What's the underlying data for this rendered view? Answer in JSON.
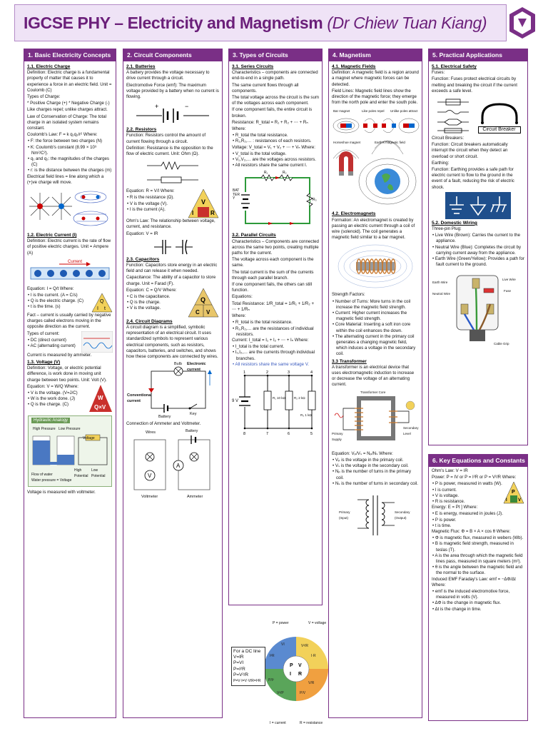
{
  "header": {
    "title": "IGCSE PHY – Electricity and Magnetism",
    "author": "(Dr Chiew Tuan Kiang)"
  },
  "col1": {
    "heading": "1. Basic Electricity Concepts",
    "s1_title": "1.1. Electric Charge",
    "s1_def": "Definition: Electric charge is a fundamental property of matter that causes it to experience a force in an electric field. Unit = Coulomb (C)",
    "s1_types": "Types of Charge:",
    "s1_types_list": "* Positive Charge (+)   * Negative Charge (-)",
    "s1_like": "Like charges repel; unlike charges attract.",
    "s1_law": "Law of Conservation of Charge: The total charge in an isolated system remains constant.",
    "s1_coulomb": "Coulomb's Law: F = k q₁q₂/r²   Where:",
    "s1_b1": "F: the force between two charges (N)",
    "s1_b2": "K: Coulomb's constant (8.99 × 10⁹ Nm²/C²).",
    "s1_b3": "q₁ and q₂: the magnitudes of the charges (C)",
    "s1_b4": "r: is the distance between the charges (m)",
    "s1_field": "Electrical field lines = line along which a (+)ve charge will move.",
    "s2_title": "1.2. Electric Current (I)",
    "s2_def": "Definition: Electric current is the rate of flow of positive electric charges. Unit = Ampere (A)",
    "s2_current": "Current",
    "s2_eq": "Equation: I = Q/t   Where:",
    "s2_b1": "I is the current. (A = C/s)",
    "s2_b2": "Q is the electric charge. (C)",
    "s2_b3": "t is the time. (s)",
    "s2_fact": "Fact – current is usually carried by negative charges called electrons moving in the opposite direction as the current.",
    "s2_types": "Types of current:",
    "s2_t1": "DC (direct current)",
    "s2_t2": "AC (alternating current)",
    "s2_meas": "Current is measured by ammeter.",
    "s3_title": "1.3. Voltage (V)",
    "s3_def": "Definition: Voltage, or electric potential difference, is work done in moving unit charge between two points. Unit: Volt (V).",
    "s3_eq": "Equation: V = W/Q  Where:",
    "s3_b1": "V is the voltage. (V=J/C)",
    "s3_b2": "W is the work done. (J)",
    "s3_b3": "Q is the charge. (C)",
    "hyd_title": "Hydraulic Analogy",
    "hyd_high": "High Pressure",
    "hyd_low": "Low Pressure",
    "hyd_voltage": "Voltage",
    "hyd_flow": "Flow of water",
    "hyd_water": "Water pressure = Voltage",
    "hyd_highp": "High Potential",
    "hyd_lowp": "Low Potential",
    "s3_meas": "Voltage is measured with voltmeter."
  },
  "col2": {
    "heading": "2. Circuit Components",
    "s1_title": "2.1. Batteries",
    "s1_def": "A battery provides the voltage necessary to drive current through a circuit.",
    "s1_emf": "Electromotive Force (emf): The maximum voltage provided by a battery when no current is flowing.",
    "s2_title": "2.2. Resistors",
    "s2_func": "Function: Resistors control the amount of current flowing through a circuit.",
    "s2_def": "Definition: Resistance is the opposition to the flow of electric current. Unit: Ohm (Ω).",
    "s2_eq": "Equation: R = V/I  Where:",
    "s2_b1": "R is the resistance (Ω).",
    "s2_b2": "V is the voltage (V).",
    "s2_b3": "I is the current (A).",
    "s2_ohm": "Ohm's Law: The relationship between voltage, current, and resistance.",
    "s2_ohm_eq": "Equation: V = IR",
    "s3_title": "2.3. Capacitors",
    "s3_func": "Function: Capacitors store energy in an electric field and can release it when needed.",
    "s3_cap": "Capacitance: The ability of a capacitor to store charge. Unit = Farad (F).",
    "s3_eq": "Equation: C = Q/V  Where:",
    "s3_b1": "C is the capacitance.",
    "s3_b2": "Q is the charge.",
    "s3_b3": "V is the voltage.",
    "s4_title": "2.4. Circuit Diagrams",
    "s4_def": "A circuit diagram is a simplified, symbolic representation of an electrical circuit. It uses standardized symbols to represent various electrical components, such as resistors, capacitors, batteries, and switches, and shows how these components are connected by wires.",
    "s4_bulb": "Bulb",
    "s4_ecurrent": "Electronic current",
    "s4_conv": "Conventional current",
    "s4_battery": "Battery",
    "s4_key": "Key",
    "s4_conn": "Connection of Ammeter and Voltmeter.",
    "s4_wires": "Wires",
    "s4_batt2": "Battery",
    "s4_voltmeter": "Voltmeter",
    "s4_ammeter": "Ammeter"
  },
  "col3": {
    "heading": "3. Types of Circuits",
    "s1_title": "3.1. Series Circuits",
    "s1_char": "Characteristics – components are connected end-to-end in a single path.",
    "s1_same": "The same current flows through all components.",
    "s1_total": "The total voltage across the circuit is the sum of the voltages across each component.",
    "s1_fail": "If one component fails, the entire circuit is broken.",
    "s1_res": "Resistance: R_total = R₁ + R₂ + ⋯ + Rₙ",
    "s1_where": "Where:",
    "s1_b1": "R_total the total resistance.",
    "s1_b2": "R₁,R₂,… : resistances of each resistors.",
    "s1_volt": "Voltage: V_total = V₁ + V₂ + ⋯ + Vₙ Where:",
    "s1_b3": "V_total is the total voltage.",
    "s1_b4": "V₁,V₂,… are the voltages across resistors.",
    "s1_b5": "All resistors share the same current I.",
    "s1_battery": "BATTERY",
    "s2_title": "3.2. Parallel Circuits",
    "s2_char": "Characteristics – Components are connected across the same two points, creating multiple paths for the current.",
    "s2_volt": "The voltage across each component is the same.",
    "s2_total": "The total current is the sum of the currents through each parallel branch.",
    "s2_fail": "If one component fails, the others can still function.",
    "s2_eqs": "Equations:",
    "s2_res": "Total Resistance: 1/R_total = 1/R₁ + 1/R₂ + ⋯ + 1/Rₙ",
    "s2_where": "Where:",
    "s2_b1": "R_total is the total resistance.",
    "s2_b2": "R₁,R₂,… are the resistances of individual resistors.",
    "s2_cur": "Current: I_total = I₁ + I₂ + ⋯ + Iₙ  Where:",
    "s2_b3": "I_total is the total current.",
    "s2_b4": "I₁,I₂,… are the currents through individual branches.",
    "s2_b5": "All resistors share the same voltage V.",
    "s2_9v": "9 V",
    "s2_r1": "R₁ 10 kΩ",
    "s2_r2": "R₂ 2 kΩ",
    "s2_r3": "R₃ 1 kΩ",
    "dc_title": "For a DC line",
    "dc_1": "V=IR",
    "dc_2": "P=VI",
    "dc_3": "P=I²R",
    "dc_4": "P=V²/R",
    "dc_5": "P=V·I=V·V/R=I²R",
    "wheel_p": "P = power",
    "wheel_v": "V = voltage",
    "wheel_i": "I = current",
    "wheel_r": "R = resistance"
  },
  "col4": {
    "heading": "4. Magnetism",
    "s1_title": "4.1. Magnetic Fields",
    "s1_def": "Definition: A magnetic field is a region around a magnet where magnetic forces can be detected.",
    "s1_lines": "Field Lines: Magnetic field lines show the direction of the magnetic force; they emerge from the north pole and enter the south pole.",
    "s1_fig1": "Bar magnet",
    "s1_fig2": "Like poles repel",
    "s1_fig3": "Unlike poles attract",
    "s1_fig4": "Horseshoe magnet",
    "s1_fig5": "Earth's magnetic field",
    "s2_title": "4.2. Electromagnets",
    "s2_form": "Formation: An electromagnet is created by passing an electric current through a coil of wire (solenoid). The coil generates a magnetic field similar to a bar magnet.",
    "s2_strength": "Strength Factors:",
    "s2_b1": "Number of Turns: More turns in the coil increase the magnetic field strength.",
    "s2_b2": "Current: Higher current increases the magnetic field strength.",
    "s2_b3": "Core Material: Inserting a soft iron core within the coil enhances the down.",
    "s2_b4": "The alternating current in the primary coil generates a changing magnetic field, which induces a voltage in the secondary coil.",
    "s3_title": "3.3 Transformer",
    "s3_def": "A transformer is an electrical device that uses electromagnetic induction to increase or decrease the voltage of an alternating current.",
    "s3_core": "Transformer Core",
    "s3_primary": "Primary Supply",
    "s3_secondary": "Secondary Level",
    "s3_eq": "Equation: Vₚ/Vₛ = Nₚ/Nₛ  Where:",
    "s3_b1": "Vₚ is the voltage in the primary coil.",
    "s3_b2": "Vₛ is the voltage in the secondary coil.",
    "s3_b3": "Nₚ is the number of turns in the primary coil.",
    "s3_b4": "Nₛ is the number of turns in secondary coil.",
    "s3_pri": "Primary (Input)",
    "s3_sec": "Secondary (Output)"
  },
  "col5": {
    "heading": "5. Practical Applications",
    "s1_title": "5.1. Electrical Safety",
    "s1_fuses": "Fuses:",
    "s1_fuse_f": "Function: Fuses protect electrical circuits by melting and breaking the circuit if the current exceeds a safe level.",
    "s1_cb_label": "Circuit Breaker",
    "s1_cb": "Circuit Breakers:",
    "s1_cb_f": "Function: Circuit breakers automatically interrupt the circuit when they detect an overload or short circuit.",
    "s1_earth": "Earthing:",
    "s1_earth_f": "Function: Earthing provides a safe path for electric current to flow to the ground in the event of a fault, reducing the risk of electric shock.",
    "s2_title": "5.2. Domestic Wiring",
    "s2_plug": "Three-pin Plug:",
    "s2_b1": "Live Wire (Brown): Carries the current to the appliance.",
    "s2_b2": "Neutral Wire (Blue): Completes the circuit by carrying current away from the appliance.",
    "s2_b3": "Earth Wire (Green/Yellow): Provides a path for fault current to the ground.",
    "s2_earthw": "Earth Wire",
    "s2_neutral": "Neutral Wire",
    "s2_live": "Live Wire",
    "s2_fuse": "Fuse",
    "s2_grip": "Cable Grip"
  },
  "col6": {
    "heading": "6. Key Equations and Constants",
    "ohm": "Ohm's Law: V = IR",
    "power": "Power: P = IV or P = I²R or P = V²/R  Where:",
    "b1": "P is power, measured in watts (W).",
    "b2": "I is current.",
    "b3": "V is voltage.",
    "b4": "R is resistance.",
    "energy": "Energy: E = Pt ] Where:",
    "b5": "E is energy, measured in joules (J).",
    "b6": "P is power.",
    "b7": "t is time.",
    "flux": "Magnetic Flux: Φ = B × A × cos θ  Where:",
    "b8": "Φ is magnetic flux, measured in webers (Wb).",
    "b9": "B is magnetic field strength, measured in teslas (T).",
    "b10": "A is the area through which the magnetic field lines pass, measured in square meters (m²).",
    "b11": "θ is the angle between the magnetic field and the normal to the surface.",
    "faraday": "Induced EMF Faraday's Law: emf = −ΔΦ/Δt  Where:",
    "b12": "emf is the induced electromotive force, measured in volts (V).",
    "b13": "ΔΦ is the change in magnetic flux.",
    "b14": "Δt is the change in time."
  },
  "colors": {
    "accent": "#7a2f86",
    "header_bg": "#efe3f6"
  }
}
